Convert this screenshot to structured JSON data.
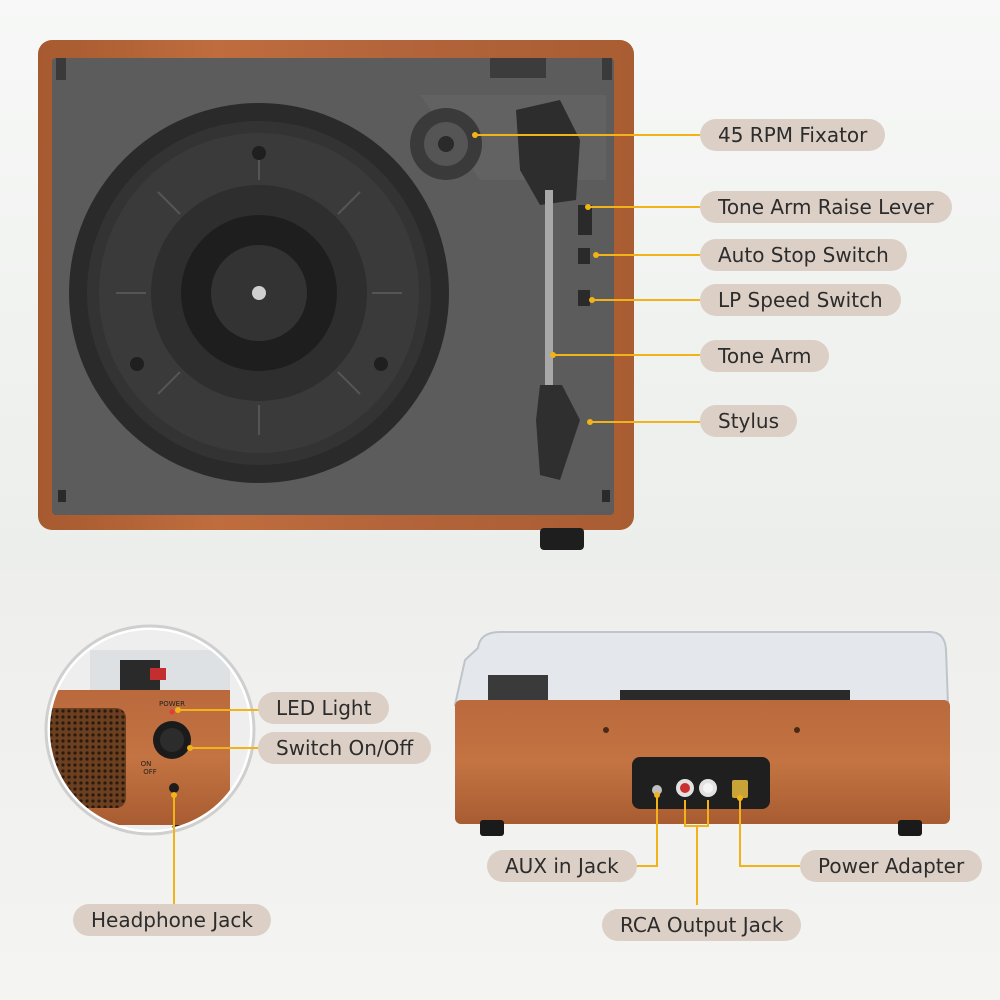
{
  "colors": {
    "wood": "#b8673a",
    "wood_dark": "#8e4a25",
    "plate": "#5b5b5b",
    "callout_line": "#f2b319",
    "label_bg": "#dccfc6"
  },
  "top_view": {
    "labels": {
      "rpm_fixator": "45 RPM Fixator",
      "raise_lever": "Tone Arm Raise Lever",
      "auto_stop": "Auto Stop Switch",
      "speed_switch": "LP Speed Switch",
      "tone_arm": "Tone Arm",
      "stylus": "Stylus"
    }
  },
  "side_view": {
    "panel_text": {
      "power": "POWER",
      "on": "ON",
      "off": "OFF"
    },
    "labels": {
      "led": "LED Light",
      "switch": "Switch On/Off",
      "headphone": "Headphone Jack"
    }
  },
  "back_view": {
    "labels": {
      "aux": "AUX in Jack",
      "rca": "RCA Output Jack",
      "power_adapter": "Power Adapter"
    }
  }
}
